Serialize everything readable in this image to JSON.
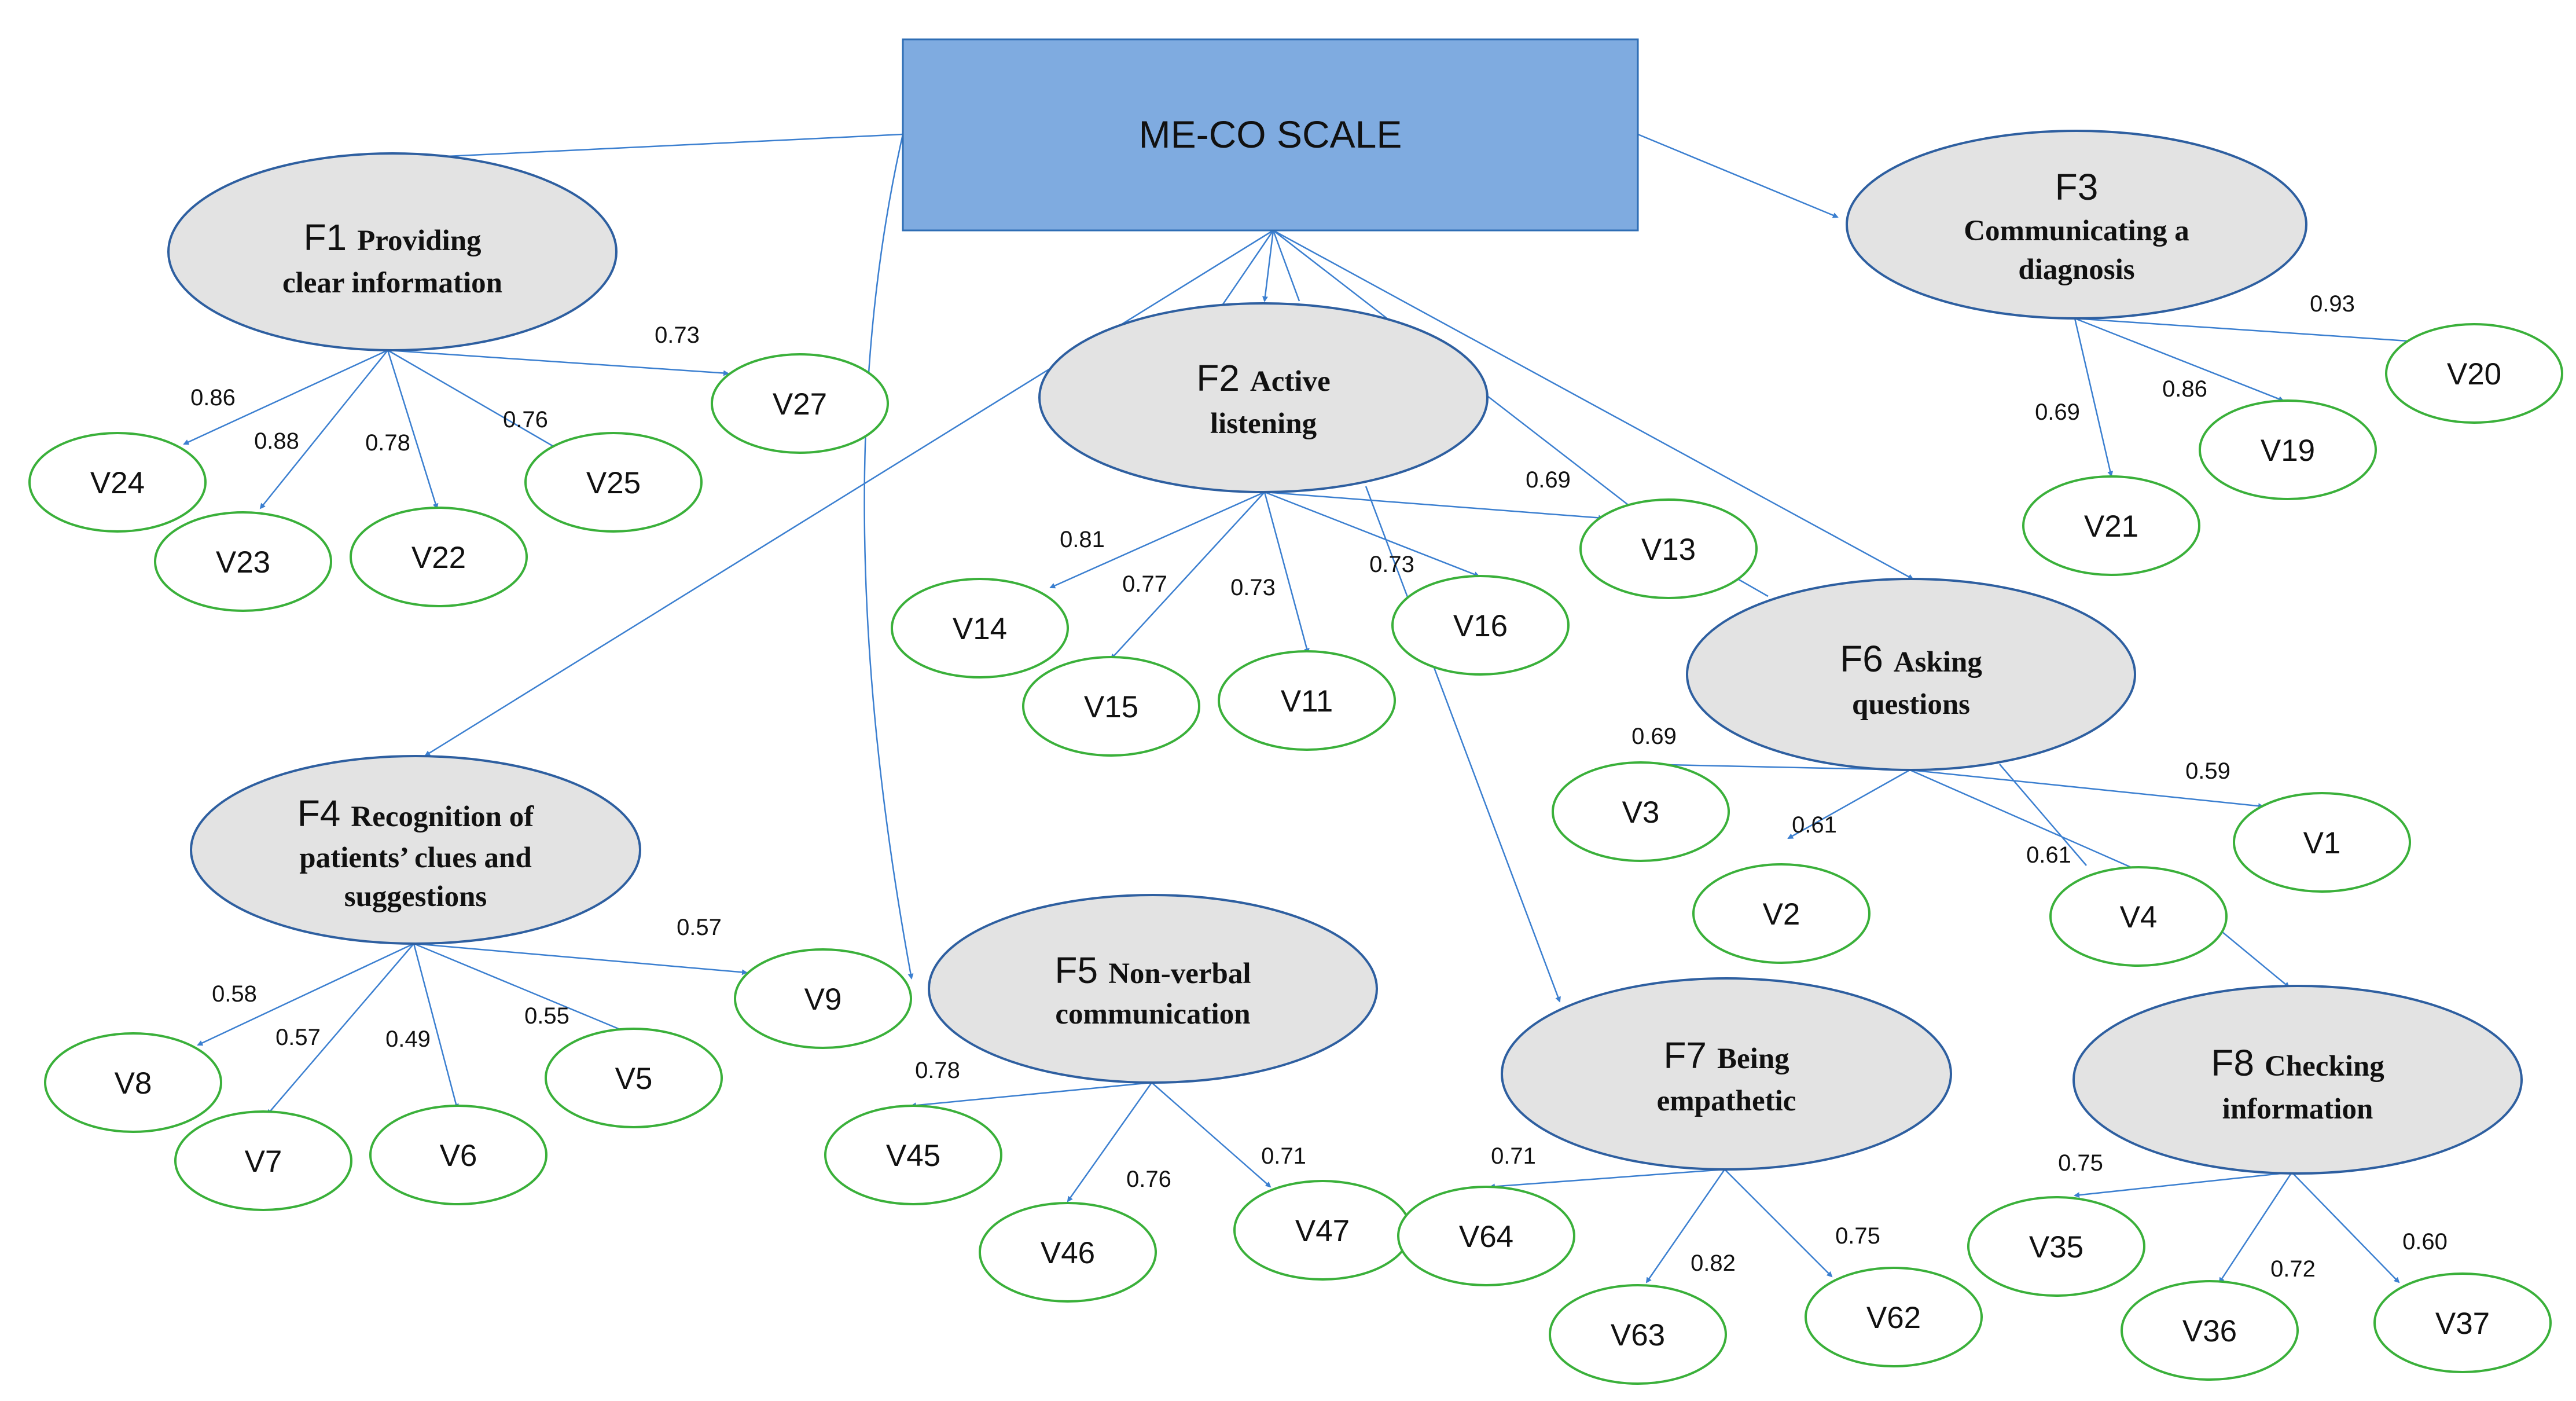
{
  "colors": {
    "root_fill": "#7fabe0",
    "root_stroke": "#2e6db4",
    "factor_fill": "#e3e3e3",
    "factor_stroke": "#2e5fa0",
    "item_stroke": "#3ab03a",
    "arrow": "#3b7fd0"
  },
  "root": {
    "title": "ME-CO SCALE"
  },
  "factors": [
    {
      "code": "F1",
      "name_lines": [
        "Providing",
        "clear information"
      ]
    },
    {
      "code": "F2",
      "name_lines": [
        "Active",
        "listening"
      ]
    },
    {
      "code": "F3",
      "name_lines": [
        "Communicating a",
        "diagnosis"
      ]
    },
    {
      "code": "F4",
      "name_lines": [
        "Recognition of",
        "patients’ clues and",
        "suggestions"
      ]
    },
    {
      "code": "F5",
      "name_lines": [
        "Non-verbal",
        "communication"
      ]
    },
    {
      "code": "F6",
      "name_lines": [
        "Asking",
        "questions"
      ]
    },
    {
      "code": "F7",
      "name_lines": [
        "Being",
        "empathetic"
      ]
    },
    {
      "code": "F8",
      "name_lines": [
        "Checking",
        "information"
      ]
    }
  ],
  "items": [
    {
      "label": "V27",
      "loading": "0.73"
    },
    {
      "label": "V24",
      "loading": "0.86"
    },
    {
      "label": "V23",
      "loading": "0.88"
    },
    {
      "label": "V22",
      "loading": "0.78"
    },
    {
      "label": "V25",
      "loading": "0.76"
    },
    {
      "label": "V13",
      "loading": "0.69"
    },
    {
      "label": "V14",
      "loading": "0.81"
    },
    {
      "label": "V15",
      "loading": "0.77"
    },
    {
      "label": "V11",
      "loading": "0.73"
    },
    {
      "label": "V16",
      "loading": "0.73"
    },
    {
      "label": "V20",
      "loading": "0.93"
    },
    {
      "label": "V19",
      "loading": "0.86"
    },
    {
      "label": "V21",
      "loading": "0.69"
    },
    {
      "label": "V9",
      "loading": "0.57"
    },
    {
      "label": "V8",
      "loading": "0.58"
    },
    {
      "label": "V7",
      "loading": "0.57"
    },
    {
      "label": "V6",
      "loading": "0.49"
    },
    {
      "label": "V5",
      "loading": "0.55"
    },
    {
      "label": "V45",
      "loading": "0.78"
    },
    {
      "label": "V46",
      "loading": "0.76"
    },
    {
      "label": "V47",
      "loading": "0.71"
    },
    {
      "label": "V3",
      "loading": "0.69"
    },
    {
      "label": "V1",
      "loading": "0.59"
    },
    {
      "label": "V2",
      "loading": "0.61"
    },
    {
      "label": "V4",
      "loading": "0.61"
    },
    {
      "label": "V64",
      "loading": "0.71"
    },
    {
      "label": "V63",
      "loading": "0.82"
    },
    {
      "label": "V62",
      "loading": "0.75"
    },
    {
      "label": "V35",
      "loading": "0.75"
    },
    {
      "label": "V36",
      "loading": "0.72"
    },
    {
      "label": "V37",
      "loading": "0.60"
    }
  ]
}
